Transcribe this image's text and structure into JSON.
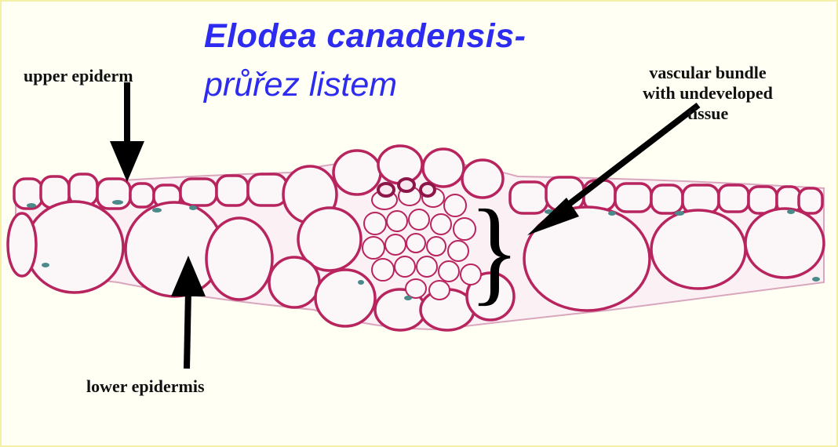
{
  "title": {
    "line1": "Elodea canadensis-",
    "line2": "průřez listem"
  },
  "labels": {
    "upper_epidermis": "upper epiderm",
    "lower_epidermis": "lower epidermis",
    "vascular_bundle": [
      "vascular bundle",
      "with undeveloped",
      "tissue"
    ]
  },
  "colors": {
    "background": "#ffffd6",
    "title": "#2d2bf0",
    "cell_wall": "#b8245e",
    "cell_fill": "#fbf7f9",
    "chloroplast": "#4a8a8a",
    "arrow": "#000000"
  }
}
